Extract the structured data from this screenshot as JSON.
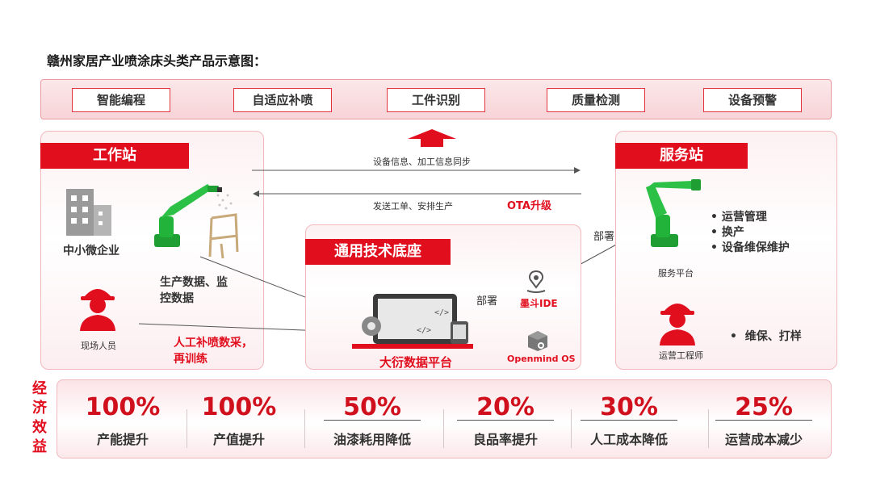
{
  "title": "赣州家居产业喷涂床头类产品示意图：",
  "capabilities": [
    "智能编程",
    "自适应补喷",
    "工件识别",
    "质量检测",
    "设备预警"
  ],
  "workstation": {
    "tag": "工作站",
    "enterprise": "中小微企业",
    "production_data": "生产数据、监\n控数据",
    "field_staff": "现场人员",
    "resample_note": "人工补喷数采，\n再训练"
  },
  "flows": {
    "sync": "设备信息、加工信息同步",
    "dispatch": "发送工单、安排生产",
    "ota": "OTA升级",
    "deploy_right": "部署",
    "deploy_mid": "部署"
  },
  "platform": {
    "tag": "通用技术底座",
    "data_platform": "大衍数据平台",
    "ide": "墨斗IDE",
    "os": "Openmind OS"
  },
  "service": {
    "tag": "服务站",
    "bullets": [
      "运营管理",
      "换产",
      "设备维保维护"
    ],
    "platform_label": "服务平台",
    "engineer": "运营工程师",
    "engineer_bullet": "维保、打样"
  },
  "economics": {
    "title": "经济效益",
    "metrics": [
      {
        "value": "100%",
        "label": "产能提升",
        "underline": false
      },
      {
        "value": "100%",
        "label": "产值提升",
        "underline": false
      },
      {
        "value": "50%",
        "label": "油漆耗用降低",
        "underline": true
      },
      {
        "value": "20%",
        "label": "良品率提升",
        "underline": true
      },
      {
        "value": "30%",
        "label": "人工成本降低",
        "underline": true
      },
      {
        "value": "25%",
        "label": "运营成本减少",
        "underline": true
      }
    ]
  },
  "colors": {
    "accent": "#e10e1e",
    "robot": "#22b33a"
  }
}
